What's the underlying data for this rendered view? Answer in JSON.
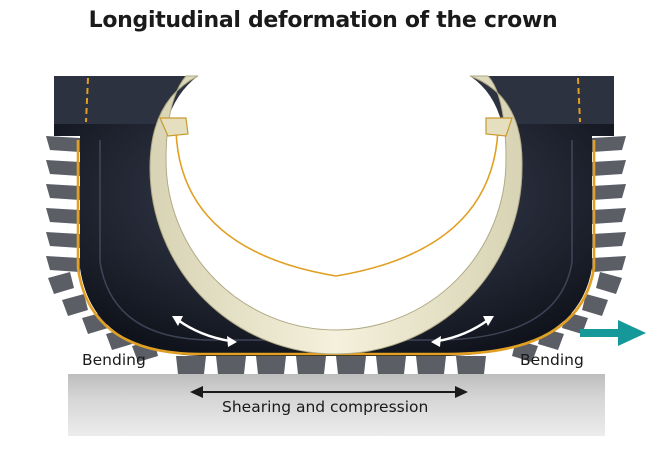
{
  "title": "Longitudinal deformation of the crown",
  "labels": {
    "bending_left": "Bending",
    "bending_right": "Bending",
    "shearing": "Shearing and compression"
  },
  "colors": {
    "tread": "#5c5e66",
    "tire_dark": "#1a1f2c",
    "ply_line": "#e1a024",
    "rim": "#ece8cf",
    "ground": "#cfcfcf",
    "motion_arrow": "#15989a"
  }
}
